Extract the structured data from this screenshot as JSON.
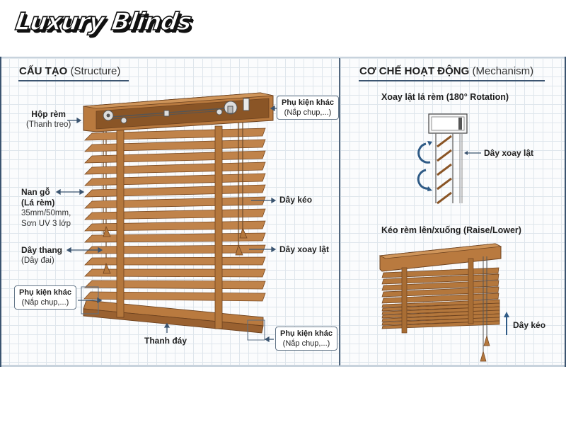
{
  "brand": {
    "logo_text": "Luxury Blinds"
  },
  "colors": {
    "wood": "#b97a3f",
    "wood_dark": "#8a5526",
    "wood_light": "#cf955a",
    "arrow": "#3b5470",
    "grid": "#dfe6ec"
  },
  "structure": {
    "title_main": "CẤU TẠO",
    "title_sub": "(Structure)",
    "labels": {
      "headrail": {
        "main": "Hộp rèm",
        "sub": "(Thanh treo)"
      },
      "slats": {
        "main": "Nan gỗ",
        "main2": "(Lá rèm)",
        "sub": "35mm/50mm,",
        "sub2": "Sơn UV 3 lớp"
      },
      "ladder": {
        "main": "Dây thang",
        "sub": "(Dây đai)"
      },
      "accessory_left": {
        "main": "Phụ kiện khác",
        "sub": "(Nắp chụp,...)"
      },
      "accessory_top": {
        "main": "Phụ kiện khác",
        "sub": "(Nắp chụp,...)"
      },
      "accessory_bottom": {
        "main": "Phụ kiện khác",
        "sub": "(Nắp chụp,...)"
      },
      "lift_cord": "Dây kéo",
      "tilt_cord": "Dây xoay lật",
      "bottom_rail": "Thanh đáy"
    }
  },
  "mechanism": {
    "title_main": "CƠ CHẾ HOẠT ĐỘNG",
    "title_sub": "(Mechanism)",
    "rotation": {
      "title": "Xoay lật lá rèm (180° Rotation)",
      "label": "Dây xoay lật"
    },
    "raise": {
      "title": "Kéo rèm lên/xuống (Raise/Lower)",
      "label": "Dây kéo"
    }
  }
}
